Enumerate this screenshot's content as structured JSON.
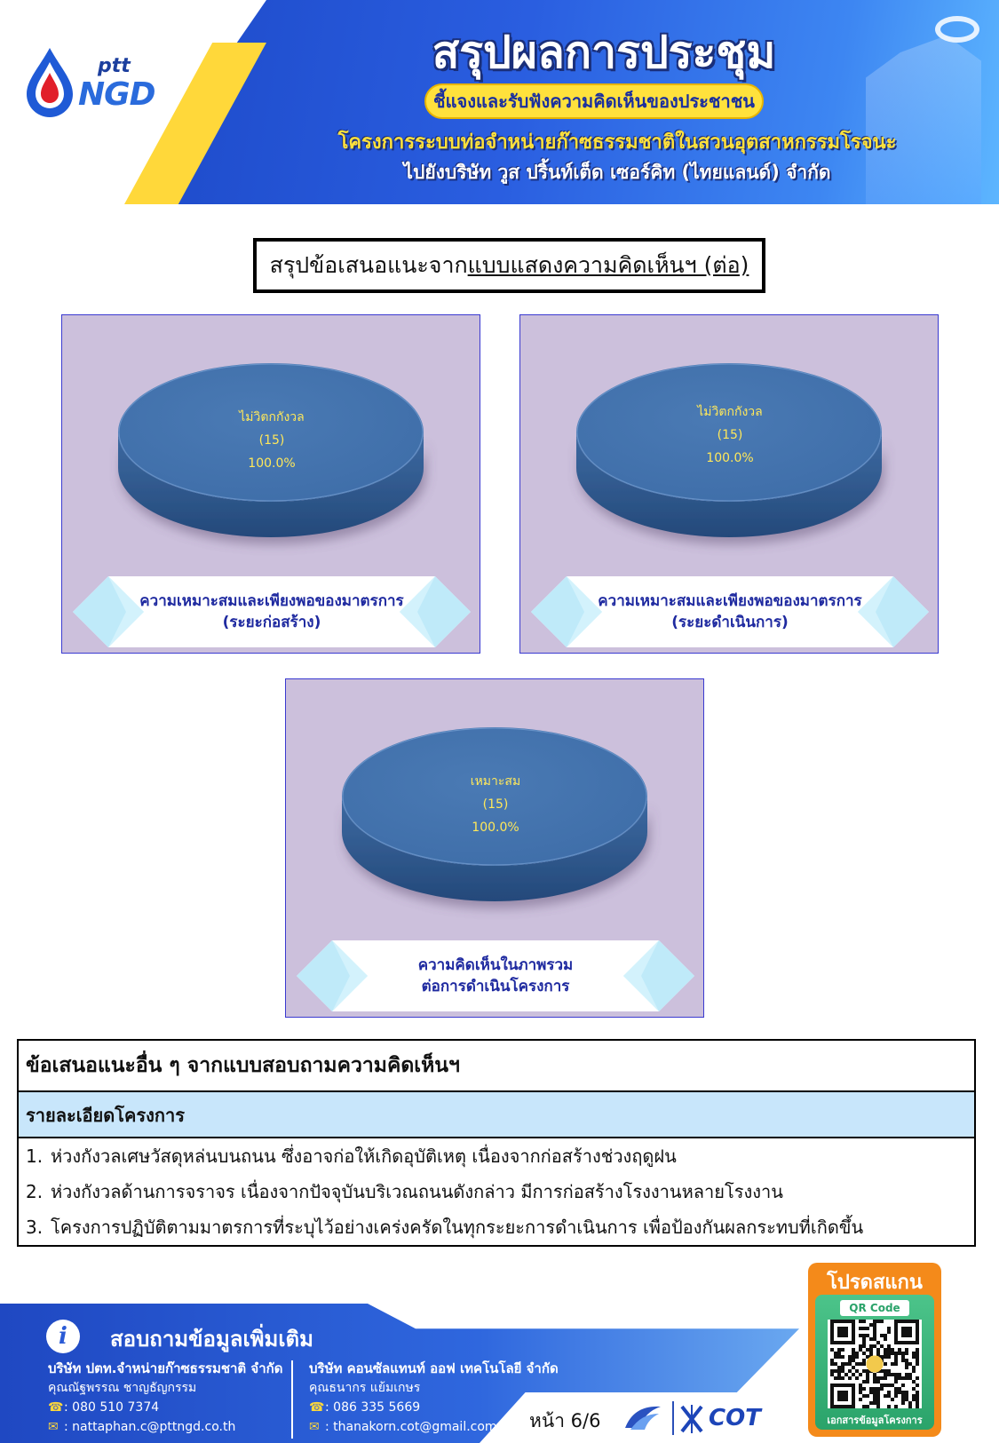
{
  "header": {
    "logo_brand_small": "ptt",
    "logo_brand_large": "NGD",
    "title": "สรุปผลการประชุม",
    "pill": "ชี้แจงและรับฟังความคิดเห็นของประชาชน",
    "subtitle_1": "โครงการระบบท่อจำหน่ายก๊าซธรรมชาติในสวนอุตสาหกรรมโรจนะ",
    "subtitle_2": "ไปยังบริษัท วูส ปริ้นท์เต็ด เซอร์คิท (ไทยแลนด์) จำกัด"
  },
  "section_title": {
    "prefix": "สรุปข้อเสนอแนะจาก",
    "underlined": "แบบแสดงความคิดเห็นฯ (ต่อ)"
  },
  "chart_data": [
    {
      "type": "pie",
      "categories": [
        "ไม่วิตกกังวล"
      ],
      "values": [
        15
      ],
      "percent": [
        "100.0%"
      ],
      "value_labels": [
        "(15)"
      ],
      "caption_line1": "ความเหมาะสมและเพียงพอของมาตรการ",
      "caption_line2": "(ระยะก่อสร้าง)",
      "colors": [
        "#4a7ab4"
      ]
    },
    {
      "type": "pie",
      "categories": [
        "ไม่วิตกกังวล"
      ],
      "values": [
        15
      ],
      "percent": [
        "100.0%"
      ],
      "value_labels": [
        "(15)"
      ],
      "caption_line1": "ความเหมาะสมและเพียงพอของมาตรการ",
      "caption_line2": "(ระยะดำเนินการ)",
      "colors": [
        "#4a7ab4"
      ]
    },
    {
      "type": "pie",
      "categories": [
        "เหมาะสม"
      ],
      "values": [
        15
      ],
      "percent": [
        "100.0%"
      ],
      "value_labels": [
        "(15)"
      ],
      "caption_line1": "ความคิดเห็นในภาพรวม",
      "caption_line2": "ต่อการดำเนินโครงการ",
      "colors": [
        "#4a7ab4"
      ]
    }
  ],
  "table": {
    "heading": "ข้อเสนอแนะอื่น ๆ  จากแบบสอบถามความคิดเห็นฯ",
    "subheading": "รายละเอียดโครงการ",
    "rows": [
      {
        "num": "1.",
        "text": "ห่วงกังวลเศษวัสดุหล่นบนถนน ซึ่งอาจก่อให้เกิดอุบัติเหตุ เนื่องจากก่อสร้างช่วงฤดูฝน"
      },
      {
        "num": "2.",
        "text": "ห่วงกังวลด้านการจราจร เนื่องจากปัจจุบันบริเวณถนนดังกล่าว มีการก่อสร้างโรงงานหลายโรงงาน"
      },
      {
        "num": "3.",
        "text": "โครงการปฏิบัติตามมาตรการที่ระบุไว้อย่างเคร่งครัดในทุกระยะการดำเนินการ เพื่อป้องกันผลกระทบที่เกิดขึ้น"
      }
    ]
  },
  "footer": {
    "title": "สอบถามข้อมูลเพิ่มเติม",
    "contact_left": {
      "company": "บริษัท ปตท.จำหน่ายก๊าซธรรมชาติ จำกัด",
      "person": "คุณณัฐพรรณ ชาญธัญกรรม",
      "phone": ": 080 510 7374",
      "email": ": nattaphan.c@pttngd.co.th"
    },
    "contact_right": {
      "company": "บริษัท คอนซัลแทนท์ ออฟ เทคโนโลยี จำกัด",
      "person": "คุณธนากร แย้มเกษร",
      "phone": ": 086 335 5669",
      "email": ": thanakorn.cot@gmail.com"
    },
    "page_number": "หน้า 6/6",
    "cot_logo_text": "COT",
    "qr": {
      "top_label": "โปรดสแกน",
      "code_label": "QR Code",
      "bottom_label": "เอกสารข้อมูลโครงการ"
    }
  }
}
